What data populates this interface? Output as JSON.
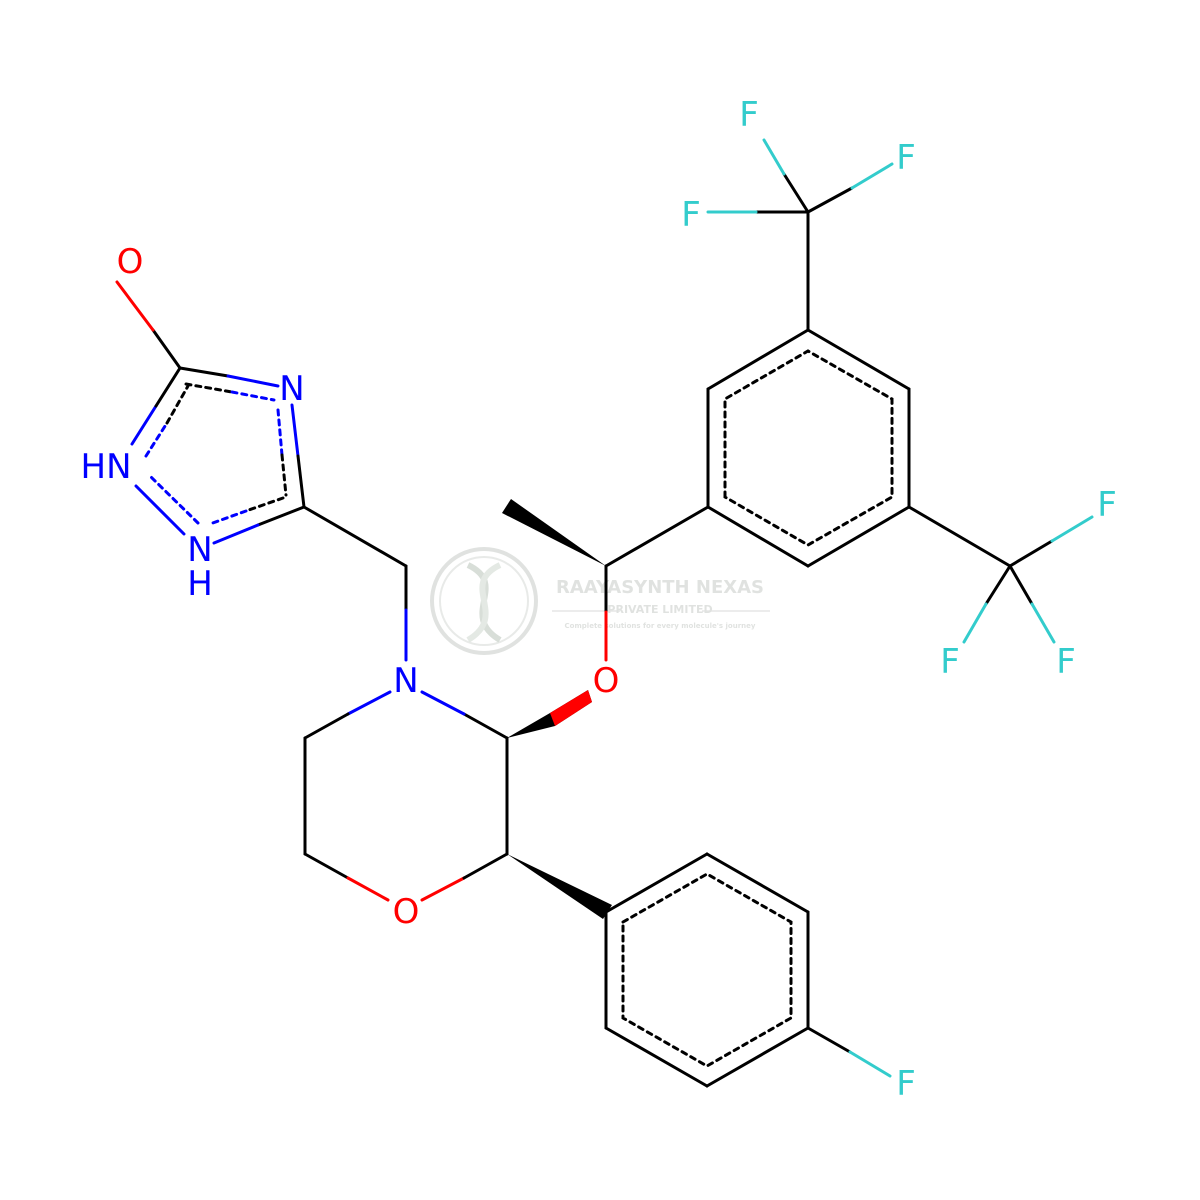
{
  "colors": {
    "bond": "#000000",
    "nitrogen": "#0000ff",
    "oxygen": "#ff0000",
    "fluorine": "#33cccc",
    "watermark": "#c8ccc8"
  },
  "watermark": {
    "name": "RAAYASYNTH NEXAS",
    "subtitle": "PRIVATE LIMITED",
    "tagline": "Complete solutions for every molecule's journey"
  },
  "atoms": {
    "O_carbonyl": "O",
    "N_ring": "N",
    "HN_ring": "HN",
    "NH_ring_N": "N",
    "NH_ring_H": "H",
    "N_morpholine": "N",
    "O_ether": "O",
    "O_morpholine": "O",
    "F_top_left": "F",
    "F_top_right": "F",
    "F_top_mid": "F",
    "F_right_top": "F",
    "F_right_left": "F",
    "F_right_right": "F",
    "F_para": "F"
  }
}
